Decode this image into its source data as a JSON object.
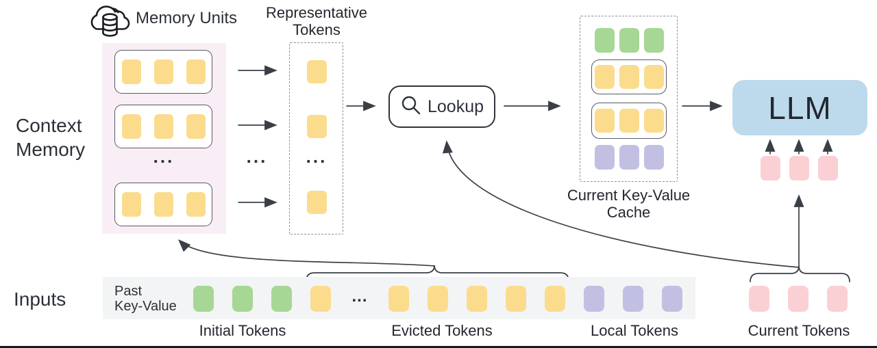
{
  "ellipsis": "...",
  "colors": {
    "green": "#A6D795",
    "yellow": "#FBDC8D",
    "purple": "#C2C0E2",
    "pink": "#FBD0D4",
    "blue": "#BDDAEC",
    "memory_bg": "#F9EEF6",
    "strip_bg": "#F3F4F5",
    "ink": "#2B3038"
  },
  "icons": {
    "memory_units": "cloud-database-icon",
    "lookup": "search-icon"
  },
  "context_memory": {
    "title_lines": [
      "Context",
      "Memory"
    ],
    "memory_units_label": "Memory Units",
    "rows": [
      [
        "yellow",
        "yellow",
        "yellow"
      ],
      [
        "yellow",
        "yellow",
        "yellow"
      ],
      [
        "yellow",
        "yellow",
        "yellow"
      ]
    ]
  },
  "representative": {
    "title_lines": [
      "Representative",
      "Tokens"
    ],
    "tokens": [
      "yellow",
      "yellow",
      "yellow"
    ]
  },
  "lookup": {
    "label": "Lookup"
  },
  "cache": {
    "title_lines": [
      "Current Key-Value",
      "Cache"
    ],
    "rows": [
      {
        "boxed": false,
        "tokens": [
          "green",
          "green",
          "green"
        ]
      },
      {
        "boxed": true,
        "tokens": [
          "yellow",
          "yellow",
          "yellow"
        ]
      },
      {
        "boxed": true,
        "tokens": [
          "yellow",
          "yellow",
          "yellow"
        ]
      },
      {
        "boxed": false,
        "tokens": [
          "purple",
          "purple",
          "purple"
        ]
      }
    ]
  },
  "llm": {
    "label": "LLM",
    "input_tokens": [
      "pink",
      "pink",
      "pink"
    ]
  },
  "inputs": {
    "label": "Inputs",
    "past_kv_lines": [
      "Past",
      "Key-Value"
    ],
    "sequence": [
      "green",
      "green",
      "green",
      "yellow",
      "dots",
      "yellow",
      "yellow",
      "yellow",
      "yellow",
      "yellow",
      "purple",
      "purple",
      "purple"
    ],
    "current_tokens": [
      "pink",
      "pink",
      "pink"
    ],
    "group_labels": [
      "Initial Tokens",
      "Evicted Tokens",
      "Local Tokens",
      "Current Tokens"
    ]
  }
}
